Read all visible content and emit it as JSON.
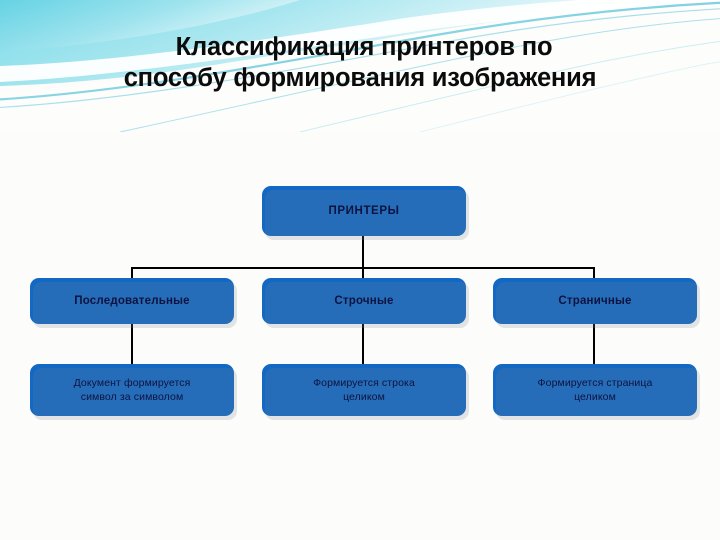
{
  "slide": {
    "title_lines": [
      "Классификация принтеров по",
      "способу формирования изображения"
    ],
    "background_color": "#fcfcfb",
    "accent_color": "#5fd3e4",
    "node_fill_color": "#1268c3",
    "node_text_color": "#0d1340",
    "connector_color": "#000000"
  },
  "chart_data": {
    "type": "diagram",
    "diagram_kind": "org-chart",
    "title": "Классификация принтеров по способу формирования изображения",
    "levels": 3,
    "root": {
      "id": "printers",
      "label": "ПРИНТЕРЫ"
    },
    "nodes": [
      {
        "id": "posledovatelnye",
        "level": 2,
        "parent": "printers",
        "label": "Последовательные",
        "detail_id": "posledovatelnye-detail"
      },
      {
        "id": "strochnye",
        "level": 2,
        "parent": "printers",
        "label": "Строчные",
        "detail_id": "strochnye-detail"
      },
      {
        "id": "stranichnye",
        "level": 2,
        "parent": "printers",
        "label": "Страничные",
        "detail_id": "stranichnye-detail"
      }
    ],
    "details": [
      {
        "id": "posledovatelnye-detail",
        "level": 3,
        "parent": "posledovatelnye",
        "label": "Документ формируется\nсимвол за символом"
      },
      {
        "id": "strochnye-detail",
        "level": 3,
        "parent": "strochnye",
        "label": "Формируется строка\nцеликом"
      },
      {
        "id": "stranichnye-detail",
        "level": 3,
        "parent": "stranichnye",
        "label": "Формируется страница\nцеликом"
      }
    ],
    "edges": [
      {
        "from": "printers",
        "to": "posledovatelnye"
      },
      {
        "from": "printers",
        "to": "strochnye"
      },
      {
        "from": "printers",
        "to": "stranichnye"
      },
      {
        "from": "posledovatelnye",
        "to": "posledovatelnye-detail"
      },
      {
        "from": "strochnye",
        "to": "strochnye-detail"
      },
      {
        "from": "stranichnye",
        "to": "stranichnye-detail"
      }
    ]
  }
}
